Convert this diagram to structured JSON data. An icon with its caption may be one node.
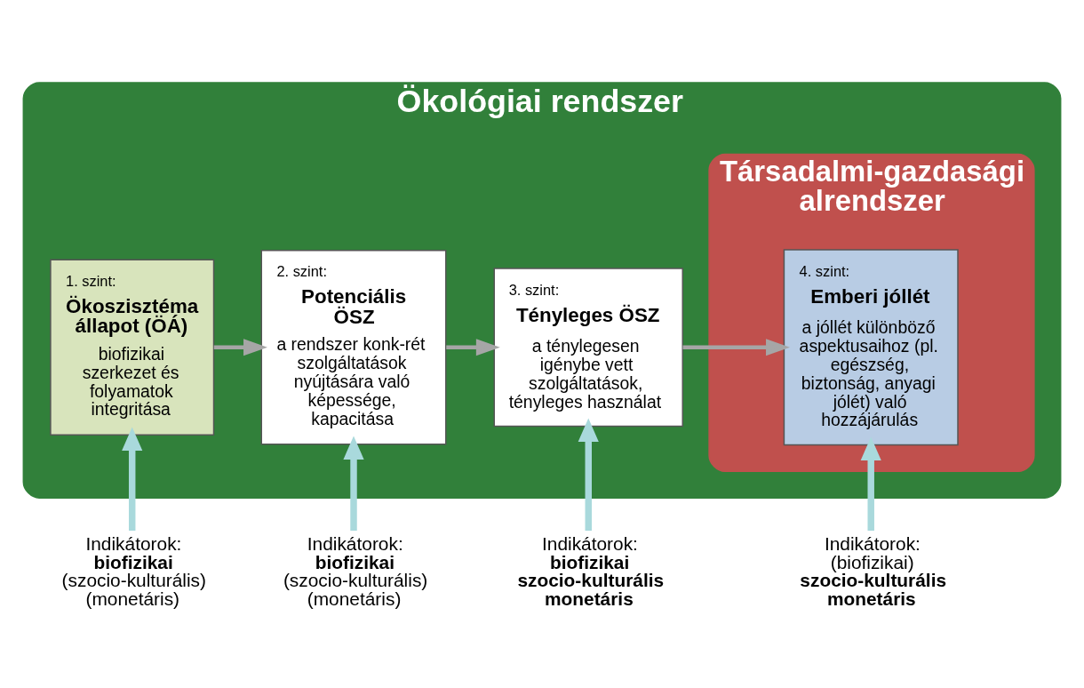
{
  "diagram": {
    "nodes": [
      {
        "text": [
          "Ökológiai rendszer"
        ]
      },
      {
        "text": [
          "1. szint:",
          "Ökoszisztéma állapot (ÖÁ)",
          "biofizikai szerkezet és folyamatok integritása"
        ],
        "in": 0
      },
      {
        "text": [
          "2. szint:",
          "Potenciális ÖSZ",
          "a rendszer konk-rét szolgáltatások nyújtására való képessége, kapacitása"
        ],
        "in": 0
      },
      {
        "text": [
          "3. szint:",
          "Tényleges ÖSZ",
          "a ténylegesen igénybe vett szolgáltatások, tényleges használat"
        ],
        "in": 0
      },
      {
        "text": [
          "Társadalmi-gazdasági alrendszer"
        ],
        "in": 0
      },
      {
        "text": [
          "4. szint:",
          "Emberi jóllét",
          "a jóllét különböző aspektusaihoz (pl. egészség, biztonság, anyagi jólét) való hozzájárulás"
        ],
        "in": 4
      },
      {
        "text": [
          "Indikátorok:",
          "**biofizikai**",
          "(szocio-kulturális)",
          "(monetáris)"
        ]
      },
      {
        "text": [
          "Indikátorok:",
          "**biofizikai**",
          "(szocio-kulturális)",
          "(monetáris)"
        ]
      },
      {
        "text": [
          "Indikátorok:",
          "**biofizikai**",
          "**szocio-kulturális**",
          "**monetáris**"
        ]
      },
      {
        "text": [
          "Indikátorok:",
          "(biofizikai)",
          "**szocio-kulturális**",
          "**monetáris**"
        ]
      }
    ],
    "edges": [
      {
        "from": 1,
        "to": 2,
        "arrow": "to",
        "color": "#a6a6a6"
      },
      {
        "from": 2,
        "to": 3,
        "arrow": "to",
        "color": "#a6a6a6"
      },
      {
        "from": 3,
        "to": 5,
        "arrow": "to",
        "color": "#a6a6a6"
      },
      {
        "from": 6,
        "to": 1,
        "arrow": "to"
      },
      {
        "from": 7,
        "to": 2,
        "arrow": "to"
      },
      {
        "from": 8,
        "to": 3,
        "arrow": "to"
      },
      {
        "from": 9,
        "to": 5,
        "arrow": "to"
      }
    ]
  }
}
